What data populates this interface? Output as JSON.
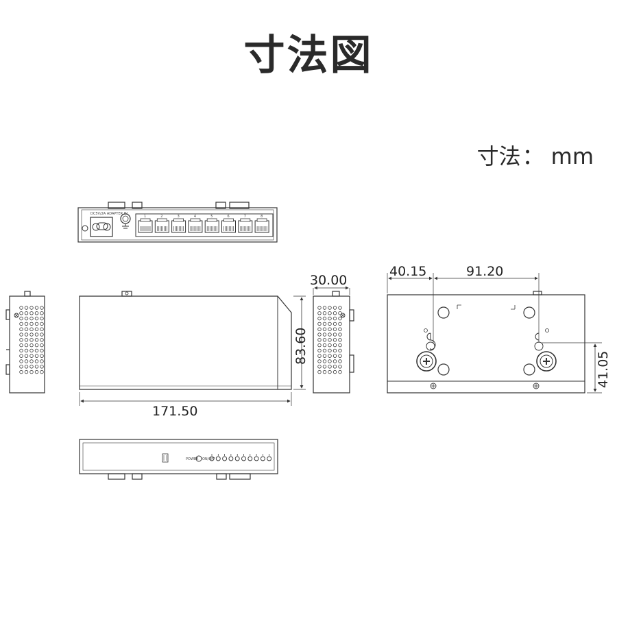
{
  "title": "寸法図",
  "units": {
    "label": "寸法",
    "separator": "：",
    "value": "mm"
  },
  "dimensions": {
    "width": "171.50",
    "height": "83.60",
    "depth": "30.00",
    "hole_offset": "40.15",
    "hole_spacing": "91.20",
    "hole_height": "41.05"
  },
  "back_panel": {
    "power_label": "DC5V/2A  ADAPTER IN",
    "port_numbers": [
      "1",
      "2",
      "3",
      "4",
      "5",
      "6",
      "7",
      "8"
    ]
  },
  "front_panel": {
    "led_labels": [
      "POWER",
      "ON/OFF"
    ]
  }
}
